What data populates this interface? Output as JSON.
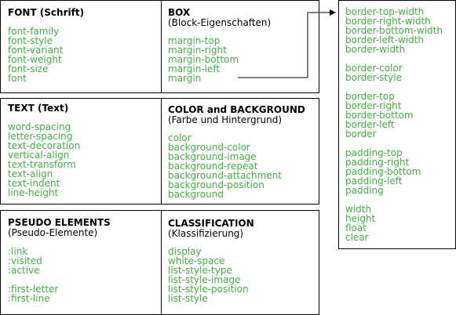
{
  "font": {
    "title": "FONT (Schrift)",
    "items": [
      "font-family",
      "font-style",
      "font-variant",
      "font-weight",
      "font-size",
      "font"
    ]
  },
  "text": {
    "title": "TEXT (Text)",
    "items": [
      "word-spacing",
      "letter-spacing",
      "text-decoration",
      "vertical-align",
      "text-transform",
      "text-align",
      "text-indent",
      "line-height"
    ]
  },
  "pseudo": {
    "title": "PSEUDO ELEMENTS",
    "subtitle": "(Pseudo-Elemente)",
    "links": [
      ":link",
      ":visited",
      ":active"
    ],
    "letters": [
      ":first-letter",
      ":first-line"
    ]
  },
  "box": {
    "title": "BOX",
    "subtitle": "(Block-Eigenschaften)",
    "items": [
      "margin-top",
      "margin-right",
      "margin-bottom",
      "margin-left",
      "margin"
    ]
  },
  "color": {
    "title": "COLOR and BACKGROUND",
    "subtitle": "(Farbe und Hintergrund)",
    "items": [
      "color",
      "background-color",
      "background-image",
      "background-repeat",
      "background-attachment",
      "background-position",
      "background"
    ]
  },
  "classification": {
    "title": "CLASSIFICATION",
    "subtitle": "(Klassifizierung)",
    "items": [
      "display",
      "white-space",
      "list-style-type",
      "list-style-image",
      "list-style-position",
      "list-style"
    ]
  },
  "boxdetail": {
    "border_width": [
      "border-top-width",
      "border-right-width",
      "border-bottom-width",
      "border-left-width",
      "border-width"
    ],
    "border_color": [
      "border-color",
      "border-style"
    ],
    "border": [
      "border-top",
      "border-right",
      "border-bottom",
      "border-left",
      "border"
    ],
    "padding": [
      "padding-top",
      "padding-right",
      "padding-bottom",
      "padding-left",
      "padding"
    ],
    "size": [
      "width",
      "height",
      "float",
      "clear"
    ]
  },
  "colors": {
    "green": "#3cb43c",
    "border": "#000000"
  }
}
